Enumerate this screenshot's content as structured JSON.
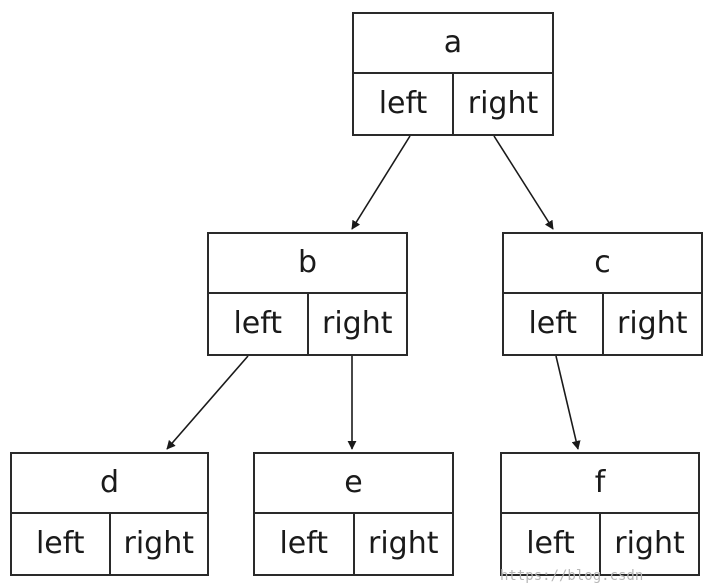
{
  "tree": {
    "nodes": [
      {
        "id": "a",
        "key": "a",
        "left_label": "left",
        "right_label": "right"
      },
      {
        "id": "b",
        "key": "b",
        "left_label": "left",
        "right_label": "right"
      },
      {
        "id": "c",
        "key": "c",
        "left_label": "left",
        "right_label": "right"
      },
      {
        "id": "d",
        "key": "d",
        "left_label": "left",
        "right_label": "right"
      },
      {
        "id": "e",
        "key": "e",
        "left_label": "left",
        "right_label": "right"
      },
      {
        "id": "f",
        "key": "f",
        "left_label": "left",
        "right_label": "right"
      }
    ],
    "edges": [
      {
        "from": "a",
        "side": "left",
        "to": "b"
      },
      {
        "from": "a",
        "side": "right",
        "to": "c"
      },
      {
        "from": "b",
        "side": "left",
        "to": "d"
      },
      {
        "from": "b",
        "side": "right",
        "to": "e"
      },
      {
        "from": "c",
        "side": "left",
        "to": "f"
      }
    ]
  },
  "watermark": "https://blog.csdn"
}
